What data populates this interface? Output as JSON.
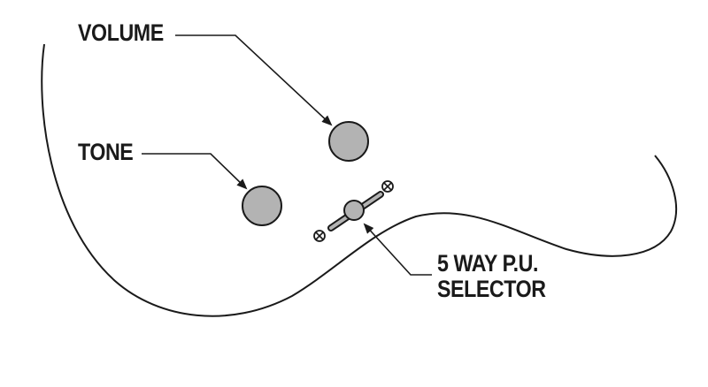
{
  "labels": {
    "volume": "VOLUME",
    "tone": "TONE",
    "selector_line1": "5 WAY P.U.",
    "selector_line2": "SELECTOR"
  },
  "colors": {
    "line": "#1a1a1a",
    "knob_fill": "#b3b3b3",
    "background": "#ffffff"
  }
}
